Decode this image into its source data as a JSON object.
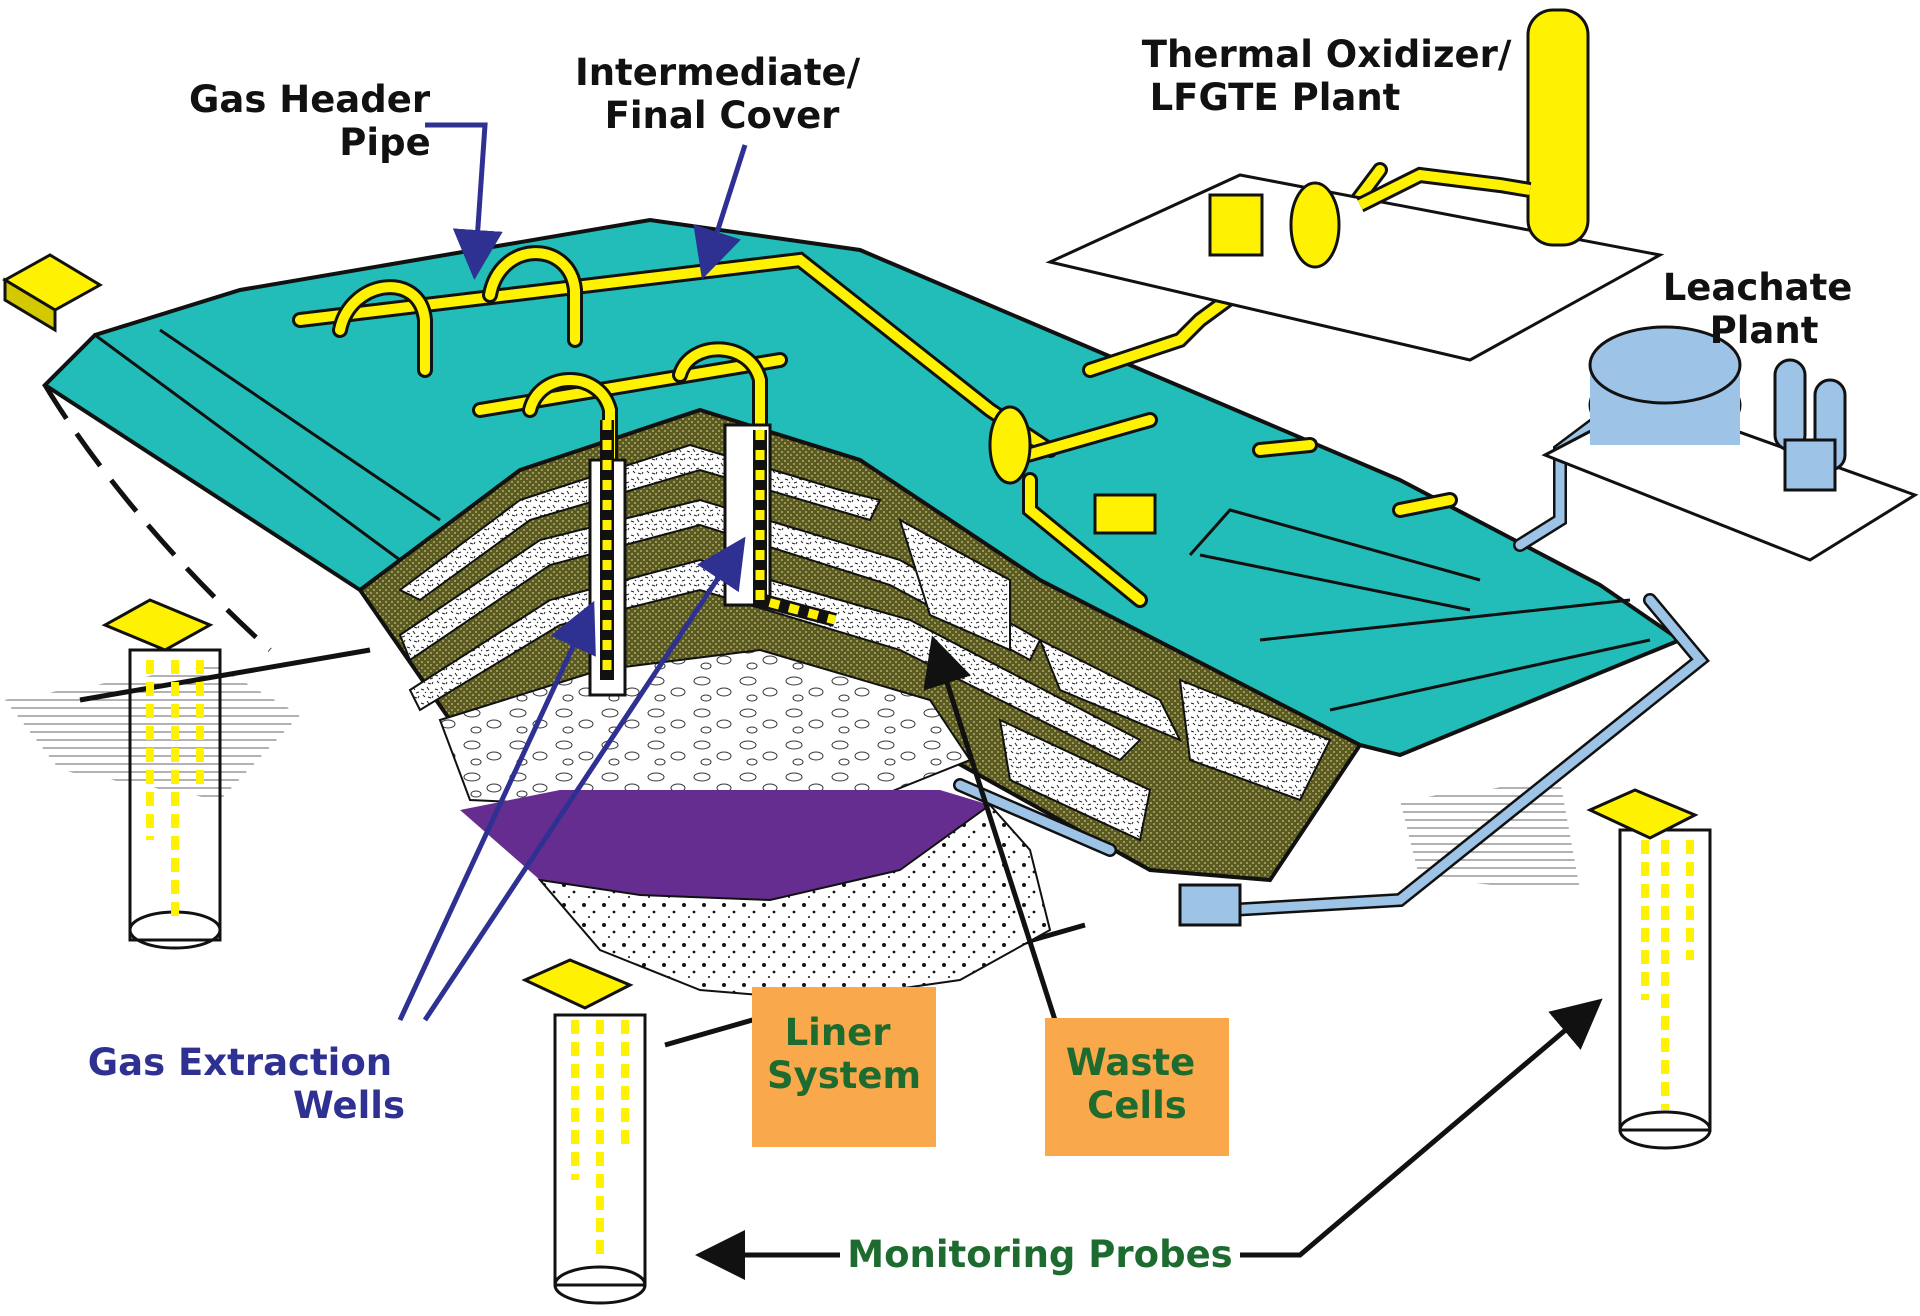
{
  "labels": {
    "gas_header_pipe": [
      "Gas Header",
      "Pipe"
    ],
    "intermediate_cover": [
      "Intermediate/",
      "Final Cover"
    ],
    "thermal_oxidizer": [
      "Thermal Oxidizer/",
      "LFGTE Plant"
    ],
    "leachate_plant": [
      "Leachate",
      "Plant"
    ],
    "gas_extraction_wells": [
      "Gas Extraction",
      "Wells"
    ],
    "liner_system": [
      "Liner",
      "System"
    ],
    "waste_cells": [
      "Waste",
      "Cells"
    ],
    "monitoring_probes": "Monitoring Probes"
  },
  "colors": {
    "cover": "#22bdb8",
    "gas_pipe": "#fff200",
    "leachate_pipe": "#9dc3e6",
    "liner": "#662d91",
    "cover_soil": "#5b5a22",
    "callout_box": "#f9a94b",
    "label_blue": "#2e3192",
    "label_green": "#1d6b2f"
  }
}
